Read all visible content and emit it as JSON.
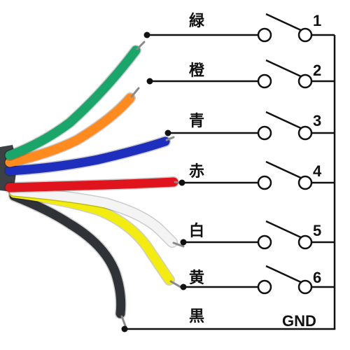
{
  "colors": {
    "green": "#1aa56a",
    "orange": "#ff8a1e",
    "blue": "#1f2fbd",
    "red": "#e0141d",
    "white": "#f4f4f4",
    "yellow": "#f2ec10",
    "black": "#2f3237",
    "jacket": "#3c4145",
    "line": "#111111"
  },
  "wires": [
    {
      "label": "緑",
      "switch_number": "1",
      "color_key": "green"
    },
    {
      "label": "橙",
      "switch_number": "2",
      "color_key": "orange"
    },
    {
      "label": "青",
      "switch_number": "3",
      "color_key": "blue"
    },
    {
      "label": "赤",
      "switch_number": "4",
      "color_key": "red"
    },
    {
      "label": "白",
      "switch_number": "5",
      "color_key": "white"
    },
    {
      "label": "黄",
      "switch_number": "6",
      "color_key": "yellow"
    },
    {
      "label": "黒",
      "switch_number": "",
      "color_key": "black"
    }
  ],
  "ground_label": "GND"
}
